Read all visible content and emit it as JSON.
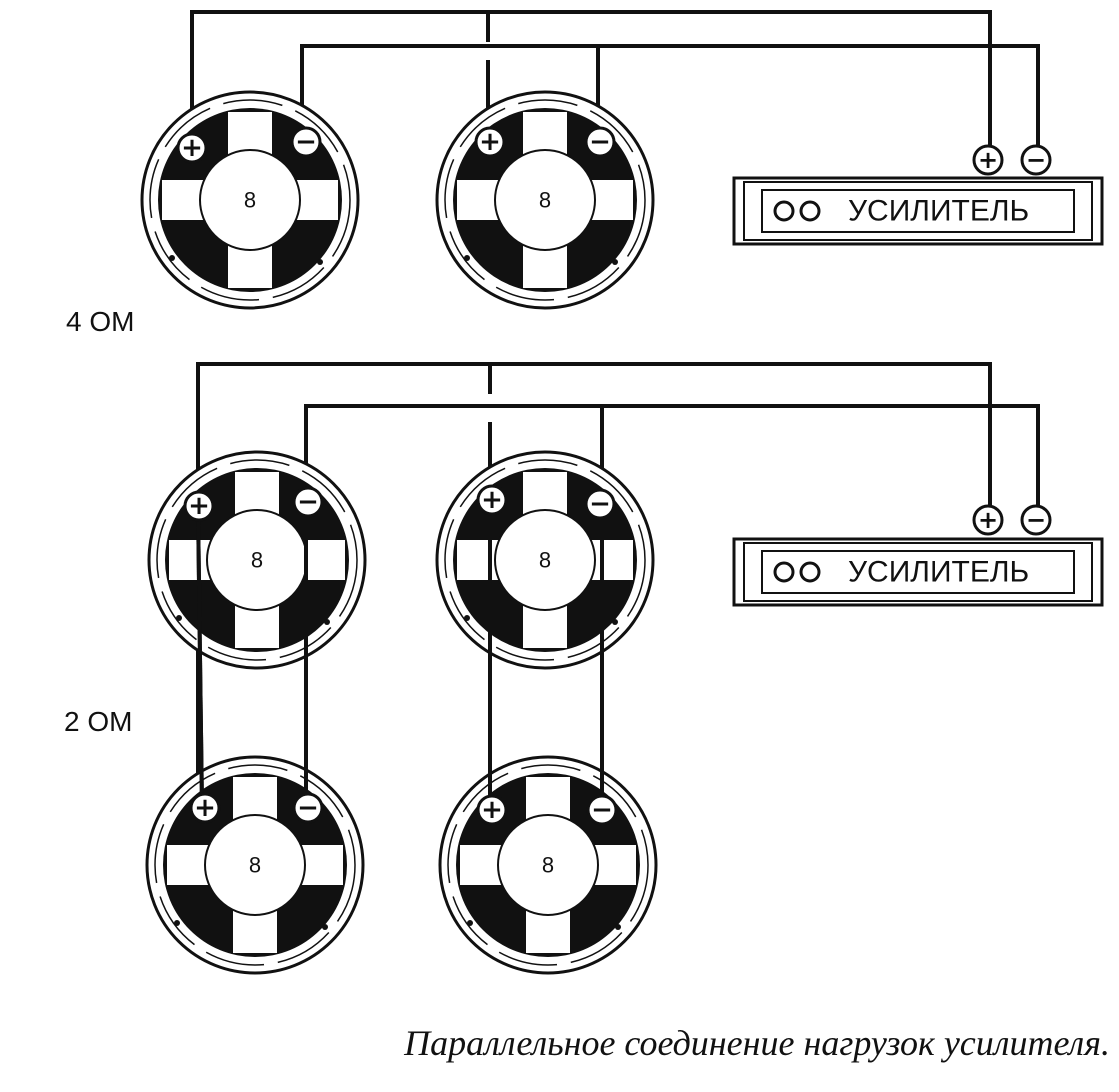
{
  "groups": [
    {
      "label": "4 OM",
      "speakers": [
        {
          "impedance": "8",
          "plus": "+",
          "minus": "−"
        },
        {
          "impedance": "8",
          "plus": "+",
          "minus": "−"
        }
      ],
      "amplifier": {
        "label": "УСИЛИТЕЛЬ",
        "plus": "+",
        "minus": "−"
      }
    },
    {
      "label": "2 OM",
      "speakers": [
        {
          "impedance": "8",
          "plus": "+",
          "minus": "−"
        },
        {
          "impedance": "8",
          "plus": "+",
          "minus": "−"
        },
        {
          "impedance": "8",
          "plus": "+",
          "minus": "−"
        },
        {
          "impedance": "8",
          "plus": "+",
          "minus": "−"
        }
      ],
      "amplifier": {
        "label": "УСИЛИТЕЛЬ",
        "plus": "+",
        "minus": "−"
      }
    }
  ],
  "caption": "Параллельное соединение нагрузок усилителя."
}
